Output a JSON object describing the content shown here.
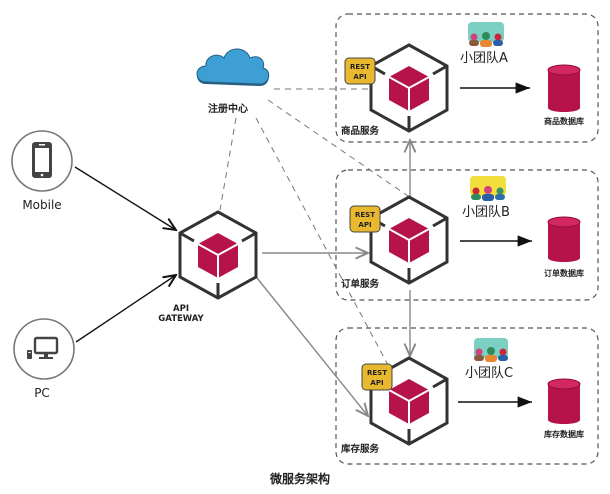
{
  "title": "微服务架构",
  "clients": [
    {
      "id": "mobile",
      "label": "Mobile",
      "icon": "mobile-phone-icon"
    },
    {
      "id": "pc",
      "label": "PC",
      "icon": "desktop-computer-icon"
    }
  ],
  "registry": {
    "label": "注册中心",
    "icon": "cloud-icon",
    "color": "#3d9fd3"
  },
  "gateway": {
    "label_line1": "API",
    "label_line2": "GATEWAY"
  },
  "services": [
    {
      "id": "product",
      "name": "商品服务",
      "team": "小团队A",
      "team_color": "#7ccfc3",
      "database": "商品数据库",
      "api_line1": "REST",
      "api_line2": "API"
    },
    {
      "id": "order",
      "name": "订单服务",
      "team": "小团队B",
      "team_color": "#f3df3b",
      "database": "订单数据库",
      "api_line1": "REST",
      "api_line2": "API"
    },
    {
      "id": "inventory",
      "name": "库存服务",
      "team": "小团队C",
      "team_color": "#7ccfc3",
      "database": "库存数据库",
      "api_line1": "REST",
      "api_line2": "API"
    }
  ],
  "colors": {
    "accent": "#b5134a",
    "badge": "#e8b92e",
    "outline": "#333333",
    "connector": "#888888"
  }
}
